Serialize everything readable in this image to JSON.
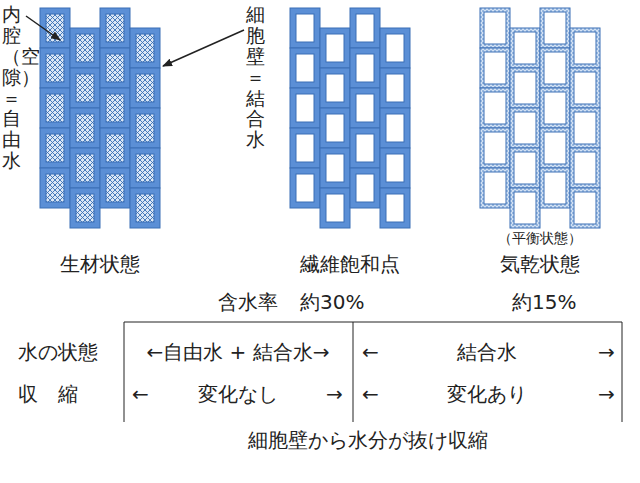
{
  "diagram": {
    "labels": [
      "内腔（空隙）＝自由水",
      "細胞壁＝結合水",
      "生材状態",
      "繊維飽和点",
      "（平衡状態）",
      "気乾状態",
      "含水率",
      "約30%",
      "約15%",
      "水の状態",
      "←自由水 + 結合水→",
      "←",
      "結合水",
      "→",
      "収　縮",
      "←",
      "変化なし",
      "→",
      "←",
      "変化あり",
      "→",
      "細胞壁から水分が抜け収縮"
    ]
  }
}
